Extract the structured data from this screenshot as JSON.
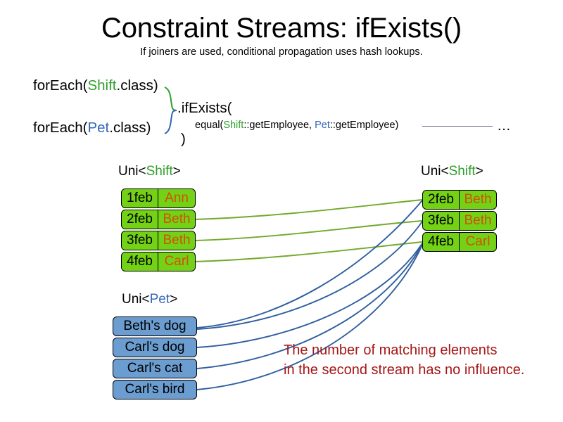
{
  "header": {
    "title": "Constraint Streams: ifExists()",
    "subtitle": "If joiners are used, conditional propagation uses hash lookups."
  },
  "code": {
    "foreach_shift": {
      "prefix": "forEach(",
      "type": "Shift",
      "suffix": ".class)"
    },
    "foreach_pet": {
      "prefix": "forEach(",
      "type": "Pet",
      "suffix": ".class)"
    },
    "ifexists": ".ifExists(",
    "equal": {
      "prefix": "equal(",
      "type_a": "Shift",
      "mid": "::getEmployee, ",
      "type_b": "Pet",
      "suffix": "::getEmployee)"
    },
    "close_paren": ")",
    "ellipsis": "…"
  },
  "streams": {
    "left_shift": {
      "label_prefix": "Uni<",
      "label_type": "Shift",
      "label_suffix": ">",
      "rows": [
        {
          "date": "1feb",
          "name": "Ann"
        },
        {
          "date": "2feb",
          "name": "Beth"
        },
        {
          "date": "3feb",
          "name": "Beth"
        },
        {
          "date": "4feb",
          "name": "Carl"
        }
      ]
    },
    "right_shift": {
      "label_prefix": "Uni<",
      "label_type": "Shift",
      "label_suffix": ">",
      "rows": [
        {
          "date": "2feb",
          "name": "Beth"
        },
        {
          "date": "3feb",
          "name": "Beth"
        },
        {
          "date": "4feb",
          "name": "Carl"
        }
      ]
    },
    "pet": {
      "label_prefix": "Uni<",
      "label_type": "Pet",
      "label_suffix": ">",
      "rows": [
        {
          "text": "Beth's dog"
        },
        {
          "text": "Carl's dog"
        },
        {
          "text": "Carl's cat"
        },
        {
          "text": "Carl's bird"
        }
      ]
    }
  },
  "annotation": {
    "line1": "The number of matching elements",
    "line2": "in the second stream has no influence."
  },
  "colors": {
    "shift_green": "#2fa02c",
    "pet_blue": "#3366bb",
    "box_green": "#73d216",
    "box_blue": "#6b9dd1",
    "name_orange": "#d2500a",
    "annotation_red": "#a61616",
    "wire_green": "#73a929",
    "wire_blue": "#2f5f9e",
    "tail_purple": "#7d6b91"
  }
}
